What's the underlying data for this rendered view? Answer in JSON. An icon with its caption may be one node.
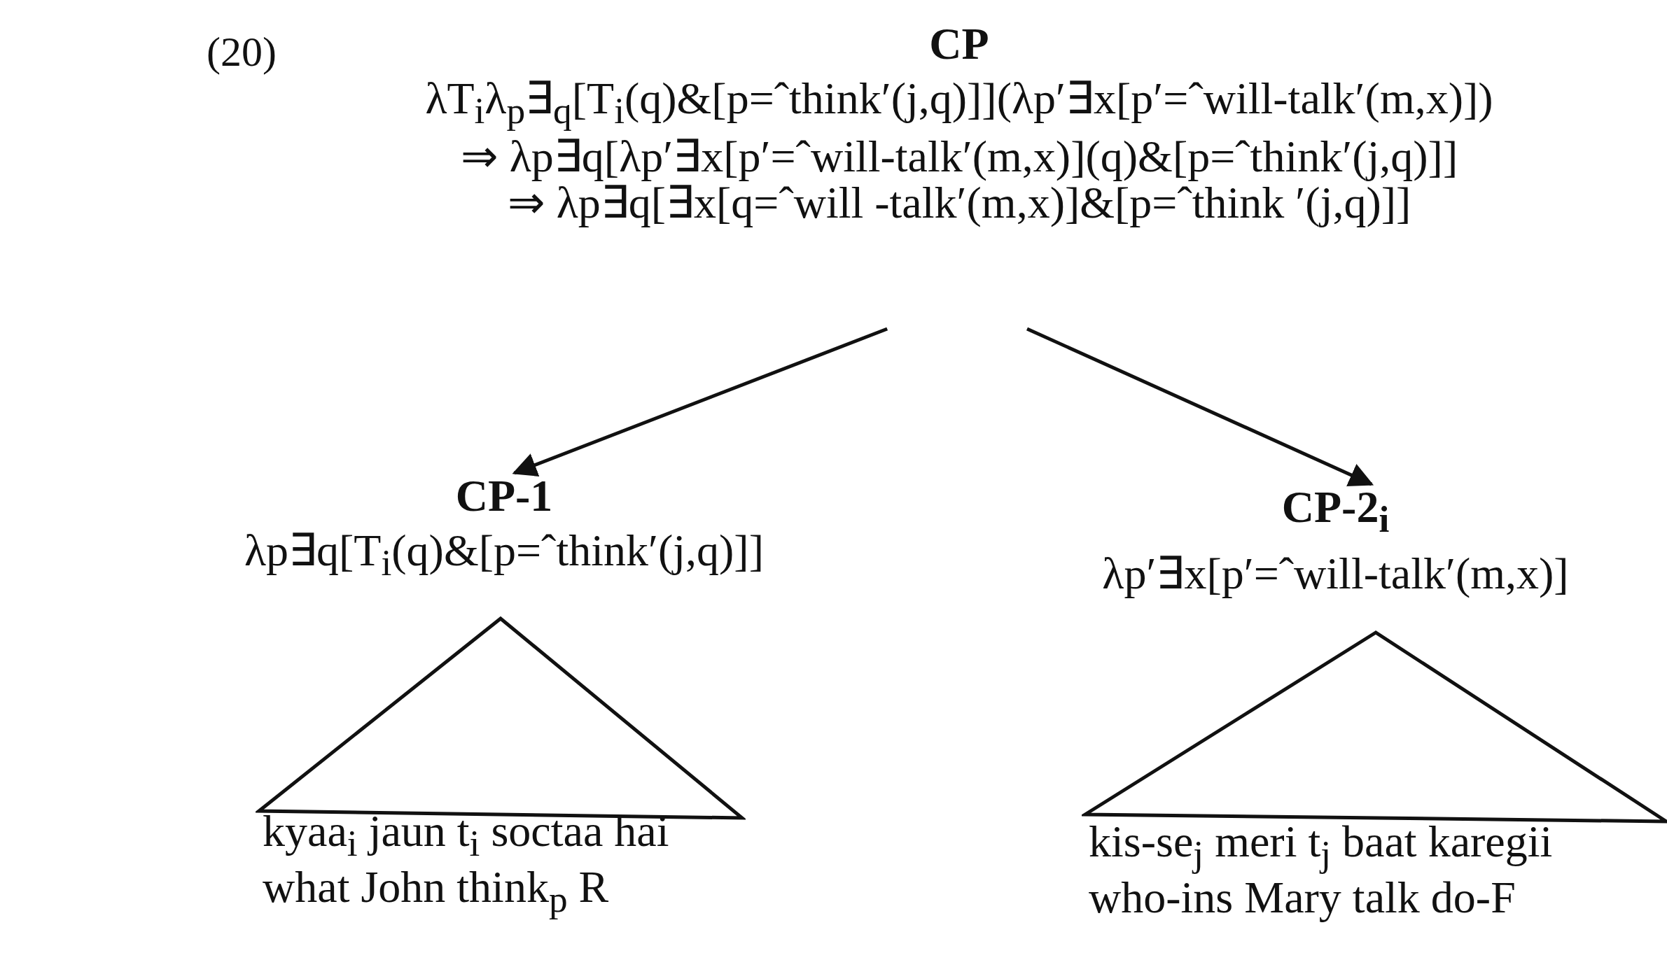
{
  "diagram": {
    "nodes": [
      {
        "text": [
          "CP",
          "λT$_{i}$λ$_{p}$∃$_{q}$[T$_{i}$(q)&[p=ˆthink′(j,q)]](λp′∃x[p′=ˆwill-talk′(m,x)])",
          "⇒ λp∃q[λp′∃x[p′=ˆwill-talk′(m,x)](q)&[p=ˆthink′(j,q)]]",
          "⇒ λp∃q[∃x[q=ˆwill -talk′(m,x)]&[p=ˆthink ′(j,q)]]"
        ]
      },
      {
        "text": [
          "CP-1",
          "λp∃q[T$_{i}$(q)&[p=ˆthink′(j,q)]]"
        ]
      },
      {
        "text": [
          "CP-2$_{i}$",
          "λp′∃x[p′=ˆwill-talk′(m,x)]"
        ]
      },
      {
        "text": [
          "kyaa$_{i}$ jaun t$_{i}$ soctaa hai",
          "what John think$_{p}$ R"
        ]
      },
      {
        "text": [
          "kis-se$_{j}$ meri t$_{j}$ baat karegii",
          "who-ins Mary talk do-F"
        ]
      }
    ],
    "edges": [
      {
        "from": 0,
        "to": 1,
        "arrow": "to"
      },
      {
        "from": 0,
        "to": 2,
        "arrow": "to"
      }
    ],
    "labels": [
      "(20)"
    ]
  }
}
